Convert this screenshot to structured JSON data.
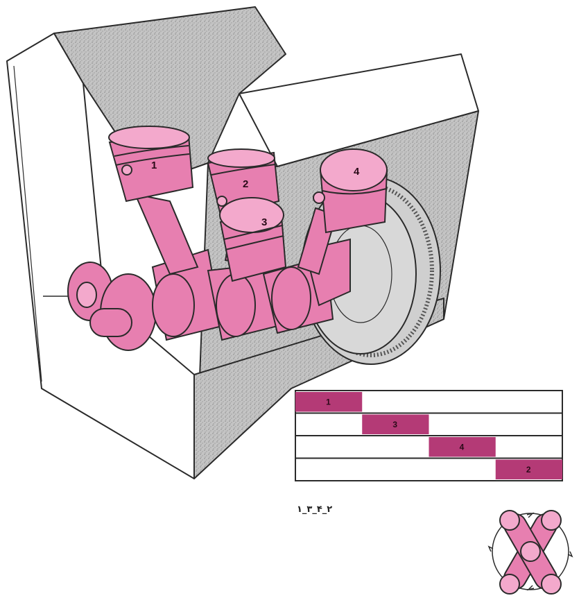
{
  "diagram": {
    "pistons": [
      {
        "label": "1"
      },
      {
        "label": "2"
      },
      {
        "label": "3"
      },
      {
        "label": "4"
      }
    ],
    "firing_table": {
      "rows": [
        {
          "label": "1",
          "slot": 0
        },
        {
          "label": "3",
          "slot": 1
        },
        {
          "label": "4",
          "slot": 2
        },
        {
          "label": "2",
          "slot": 3
        }
      ],
      "slots": 4
    },
    "firing_order": "۱_۳_۴_۲",
    "colors": {
      "pink": "#e77fb0",
      "pink_dark": "#b43a76",
      "gray": "#bdbdbd",
      "outline": "#2a2a2a"
    }
  }
}
